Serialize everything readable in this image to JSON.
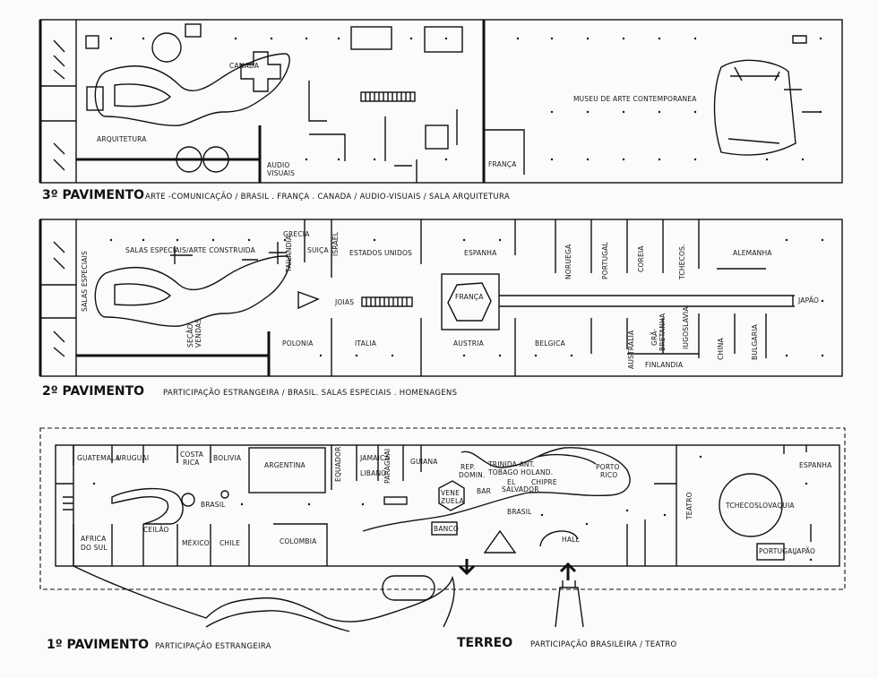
{
  "floors": {
    "third": {
      "caption_title": "3º PAVIMENTO",
      "caption_text": "ARTE -COMUNICAÇÃO / BRASIL . FRANÇA . CANADA / AUDIO-VISUAIS / SALA ARQUITETURA",
      "labels": {
        "canada": "CANADA",
        "arquitetura": "ARQUITETURA",
        "audio": "AUDIO",
        "visuais": "VISUAIS",
        "franca": "FRANÇA",
        "museu": "MUSEU DE ARTE CONTEMPORANEA"
      }
    },
    "second": {
      "caption_title": "2º PAVIMENTO",
      "caption_text": "PARTICIPAÇÃO ESTRANGEIRA / BRASIL. SALAS ESPECIAIS . HOMENAGENS",
      "labels": {
        "salas_especiais": "SALAS ESPECIAIS/ARTE CONSTRUIDA",
        "salas_especiais_v": "SALAS ESPECIAIS",
        "grecia": "GRECIA",
        "suica": "SUIÇA",
        "tailandia": "TAILANDIA",
        "israel": "ISRAEL",
        "estados_unidos": "ESTADOS UNIDOS",
        "espanha": "ESPANHA",
        "joias": "JOIAS",
        "franca": "FRANÇA",
        "noruega": "NORUEGA",
        "portugal": "PORTUGAL",
        "coreia": "COREIA",
        "tchecos": "TCHECOS.",
        "alemanha": "ALEMANHA",
        "japao": "JAPÃO",
        "secao": "SEÇÃO",
        "vendas": "VENDAS",
        "polonia": "POLONIA",
        "italia": "ITALIA",
        "austria": "AUSTRIA",
        "belgica": "BELGICA",
        "australia": "AUSTRALIA",
        "gra": "GRÃ-",
        "bretanha": "BRETANHA",
        "iugoslavia": "IUGOSLAVIA",
        "china": "CHINA",
        "bulgaria": "BULGARIA",
        "finlandia": "FINLANDIA"
      }
    },
    "first": {
      "caption_title": "1º PAVIMENTO",
      "caption_text": "PARTICIPAÇÃO ESTRANGEIRA",
      "labels": {
        "guatemala": "GUATEMALA",
        "uruguai": "URUGUAI",
        "costa": "COSTA",
        "rica": "RICA",
        "bolivia": "BOLIVIA",
        "argentina": "ARGENTINA",
        "equador": "EQUADOR",
        "jamaica": "JAMAICA",
        "libano": "LIBANO",
        "paraguai": "PARAGUAI",
        "guiana": "GUIANA",
        "brasil": "BRASIL",
        "ceilao": "CEILÃO",
        "africa": "AFRICA",
        "do_sul": "DO SUL",
        "mexico": "MÉXICO",
        "chile": "CHILE",
        "colombia": "COLOMBIA"
      }
    },
    "terreo": {
      "caption_title": "TERREO",
      "caption_text": "PARTICIPAÇÃO BRASILEIRA / TEATRO",
      "labels": {
        "rep": "REP.",
        "domin": "DOMIN.",
        "trinidad": "TRINIDA ANT.",
        "tobago": "TOBAGO HOLAND.",
        "chipre": "CHIPRE",
        "el": "EL",
        "salvador": "SALVADOR",
        "porto": "PORTO",
        "rico": "RICO",
        "bar": "BAR",
        "vene": "VENE",
        "zuela": "ZUELA",
        "brasil": "BRASIL",
        "banco": "BANCO",
        "hall": "HALL",
        "teatro": "TEATRO",
        "tchecoslovaquia": "TCHECOSLOVAQUIA",
        "espanha": "ESPANHA",
        "portugal": "PORTUGAL",
        "japao": "JAPÃO"
      }
    }
  }
}
